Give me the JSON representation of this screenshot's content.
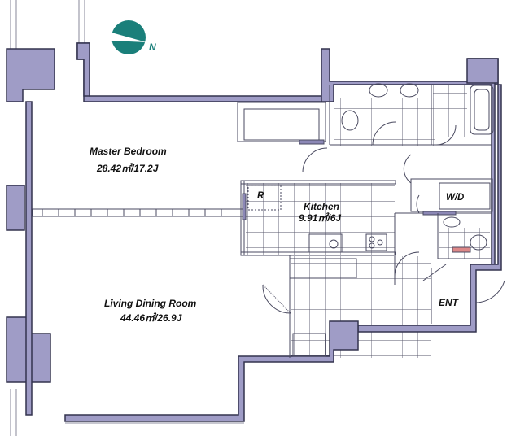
{
  "compass": {
    "label": "N",
    "color": "#1a7f7a"
  },
  "rooms": {
    "master_bedroom": {
      "name": "Master Bedroom",
      "area": "28.42㎡/17.2J"
    },
    "kitchen": {
      "name": "Kitchen",
      "area": "9.91㎡/6J",
      "fridge": "R"
    },
    "living": {
      "name": "Living Dining Room",
      "area": "44.46㎡/26.9J"
    },
    "laundry": {
      "name": "W/D"
    },
    "entrance": {
      "name": "ENT"
    }
  },
  "colors": {
    "wall_fill": "#9f9cc6",
    "wall_outline": "#33334f"
  }
}
